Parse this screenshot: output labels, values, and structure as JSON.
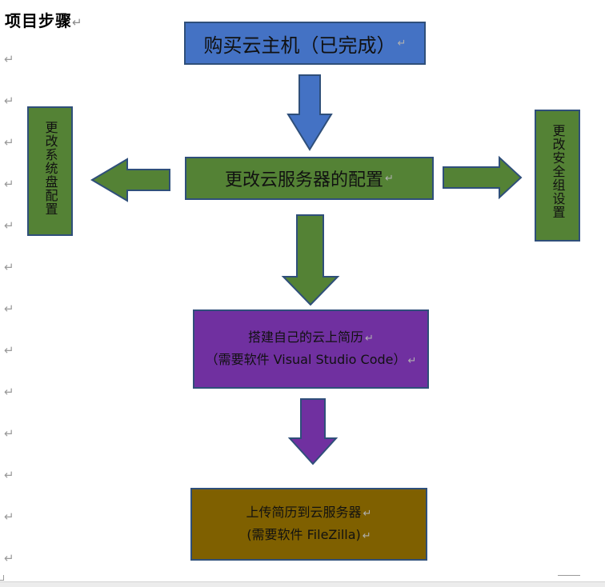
{
  "heading": "项目步骤",
  "paragraph_mark": "↵",
  "steps": {
    "buy": "购买云主机（已完成）",
    "change_config": "更改云服务器的配置",
    "system_disk": "更改系统盘配置",
    "security_group": "更改安全组设置",
    "resume_line1": "搭建自己的云上简历",
    "resume_line2": "（需要软件 Visual Studio Code）",
    "upload_line1": "上传简历到云服务器",
    "upload_line2": "(需要软件 FileZilla)"
  },
  "colors": {
    "blue": "#4472C4",
    "green": "#548235",
    "purple": "#7030A0",
    "olive": "#7F6000",
    "border": "#2f4f7a"
  }
}
